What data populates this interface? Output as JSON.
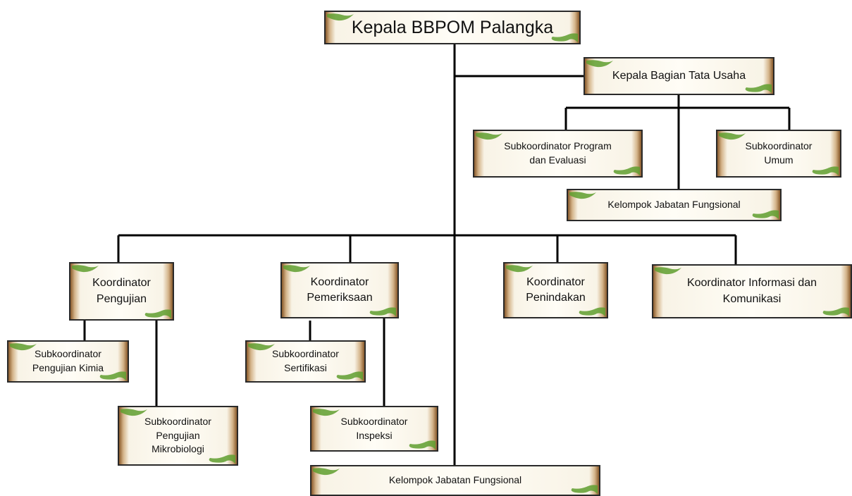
{
  "nodes": {
    "kepala": "Kepala BBPOM Palangka",
    "tata_usaha": "Kepala Bagian Tata Usaha",
    "sub_program": "Subkoordinator Program\ndan Evaluasi",
    "sub_umum": "Subkoordinator\nUmum",
    "kjf_top": "Kelompok Jabatan Fungsional",
    "koord_pengujian": "Koordinator\nPengujian",
    "koord_pemeriksaan": "Koordinator\nPemeriksaan",
    "koord_penindakan": "Koordinator\nPenindakan",
    "koord_infokom": "Koordinator  Informasi dan\nKomunikasi",
    "sub_kimia": "Subkoordinator\nPengujian Kimia",
    "sub_mikro": "Subkoordinator\nPengujian\nMikrobiologi",
    "sub_sertifikasi": "Subkoordinator\nSertifikasi",
    "sub_inspeksi": "Subkoordinator\nInspeksi",
    "kjf_bottom": "Kelompok Jabatan Fungsional"
  },
  "colors": {
    "line": "#000000",
    "box_border": "#2a2a2a",
    "leaf": "#5f9e2e"
  }
}
